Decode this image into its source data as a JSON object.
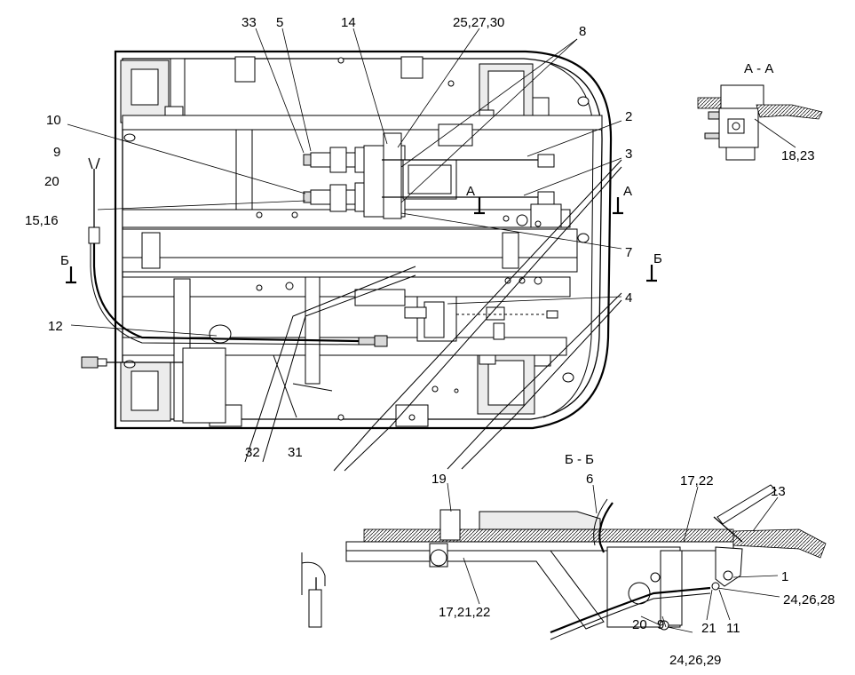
{
  "labels": {
    "l33": "33",
    "l5": "5",
    "l14": "14",
    "l25_27_30": "25,27,30",
    "l8": "8",
    "l10": "10",
    "l9_top": "9",
    "l20_top": "20",
    "l15_16": "15,16",
    "l2": "2",
    "l3": "3",
    "l7": "7",
    "l4": "4",
    "l12": "12",
    "l32": "32",
    "l31": "31",
    "l18_23": "18,23",
    "l19": "19",
    "l6": "6",
    "l17_22": "17,22",
    "l13": "13",
    "l1": "1",
    "l24_26_28": "24,26,28",
    "l17_21_22": "17,21,22",
    "l20_bot": "20",
    "l9_bot": "9",
    "l21": "21",
    "l11": "11",
    "l24_26_29": "24,26,29"
  },
  "section_marks": {
    "a_left": "А",
    "a_right": "А",
    "b_left": "Б",
    "b_right": "Б"
  },
  "views": {
    "section_aa": "А - А",
    "section_bb": "Б - Б"
  }
}
